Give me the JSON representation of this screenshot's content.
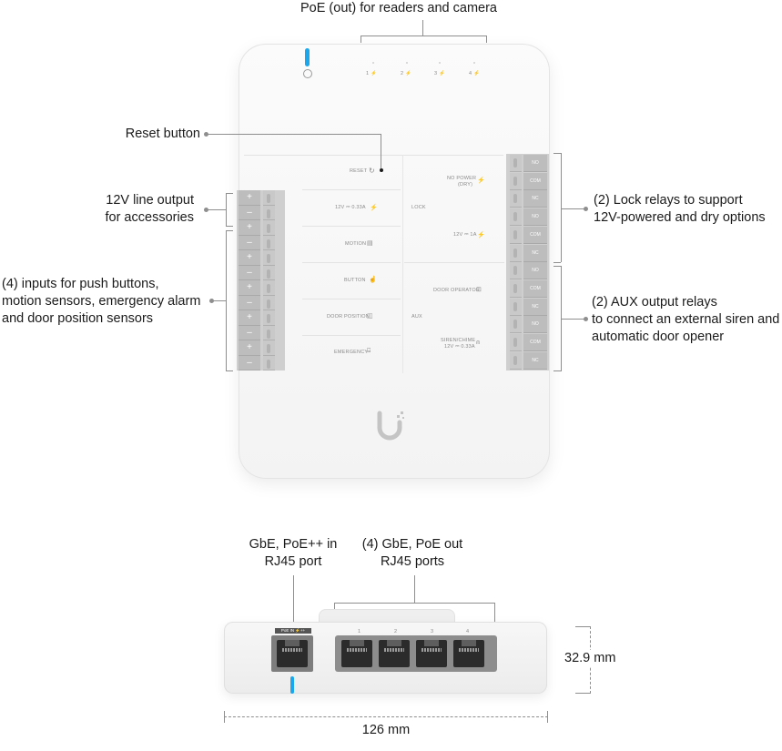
{
  "callouts": {
    "poe_out": "PoE (out) for readers and camera",
    "reset": "Reset button",
    "line_output": [
      "12V line output",
      "for accessories"
    ],
    "inputs": [
      "(4) inputs for push buttons,",
      "motion sensors, emergency alarm",
      "and door position sensors"
    ],
    "lock_relays": [
      "(2) Lock relays to support",
      "12V-powered and dry options"
    ],
    "aux_relays": [
      "(2) AUX output relays",
      "to connect an external siren and",
      "automatic door opener"
    ],
    "gbe_in": [
      "GbE, PoE++ in",
      "RJ45 port"
    ],
    "gbe_out": [
      "(4) GbE, PoE out",
      "RJ45 ports"
    ],
    "width_dim": "126 mm",
    "height_dim": "32.9 mm"
  },
  "panel": {
    "power_icon": "power-icon",
    "port_numbers": [
      "1",
      "2",
      "3",
      "4"
    ],
    "reset_label": "RESET",
    "no_power_label": "NO POWER",
    "no_power_sub": "(DRY)",
    "twelve_v_033": "12V ⎓ 0.33A",
    "twelve_v_1a": "12V ⎓ 1A",
    "lock_label": "LOCK",
    "motion_label": "MOTION",
    "button_label": "BUTTON",
    "door_operator_label": "DOOR OPERATOR",
    "door_position_label": "DOOR POSITION",
    "aux_label": "AUX",
    "siren_label": "SIREN/CHIME",
    "siren_sub": "12V ⎓ 0.33A",
    "emergency_label": "EMERGENCY",
    "left_terminals": [
      "+",
      "–",
      "+",
      "–",
      "+",
      "–",
      "+",
      "–",
      "+",
      "–",
      "+",
      "–"
    ],
    "right_terminals": [
      "NO",
      "COM",
      "NC",
      "NO",
      "COM",
      "NC",
      "NO",
      "COM",
      "NC",
      "NO",
      "COM",
      "NC"
    ]
  },
  "bottom": {
    "port_tag": "PoE IN ⚡++",
    "port_numbers": [
      "1",
      "2",
      "3",
      "4"
    ]
  },
  "colors": {
    "led": "#1aa7ec",
    "terminal": "#bdbdbd",
    "leader": "#8e8e8e"
  }
}
